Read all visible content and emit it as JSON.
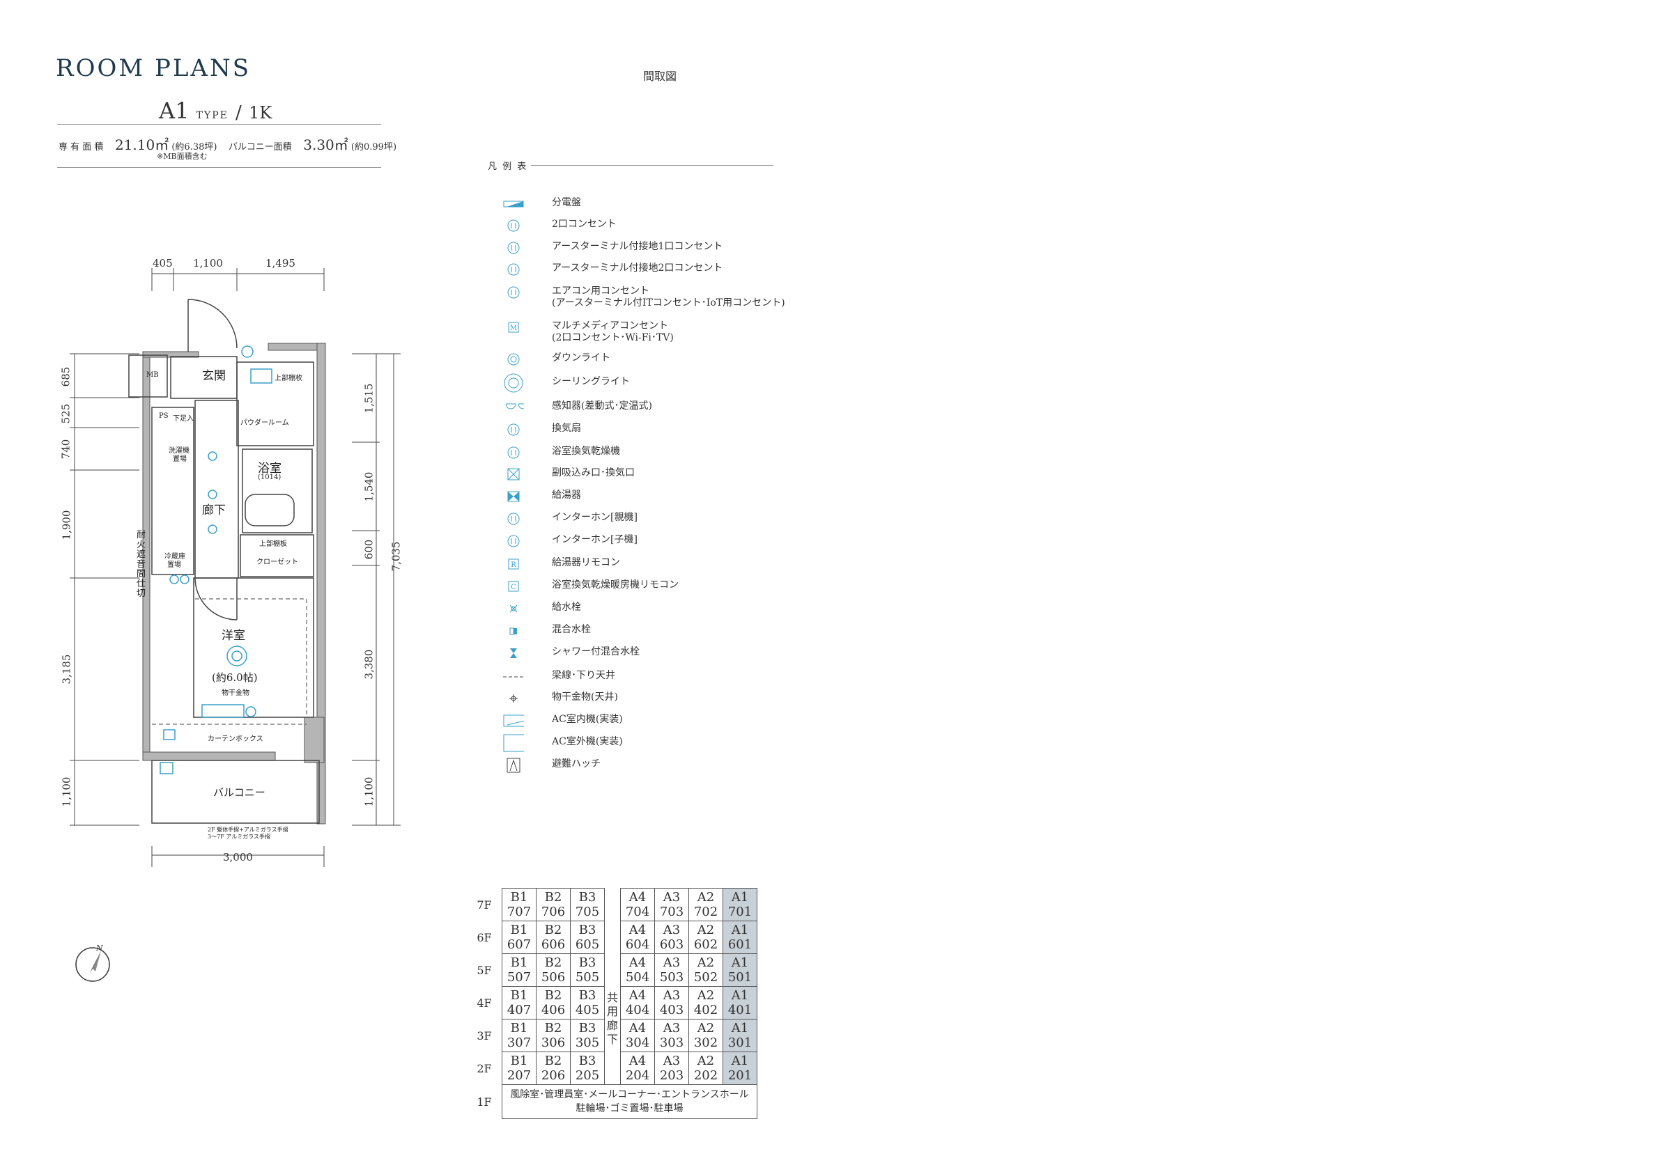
{
  "header": {
    "title": "ROOM PLANS",
    "plan_label": "間取図",
    "type_name": "A1",
    "type_word": "TYPE",
    "layout": "1K",
    "private_area_label": "専 有 面 積",
    "private_area_value": "21.10㎡",
    "private_area_tsubo": "(約6.38坪)",
    "mb_note": "※MB面積含む",
    "balcony_area_label": "バルコニー面積",
    "balcony_area_value": "3.30㎡",
    "balcony_area_tsubo": "(約0.99坪)"
  },
  "legend": {
    "title": "凡 例 表",
    "items": [
      {
        "icon": "panel-icon",
        "label": "分電盤"
      },
      {
        "icon": "outlet-2-icon",
        "label": "2口コンセント"
      },
      {
        "icon": "earth-outlet-1-icon",
        "label": "アースターミナル付接地1口コンセント"
      },
      {
        "icon": "earth-outlet-2-icon",
        "label": "アースターミナル付接地2口コンセント"
      },
      {
        "icon": "ac-outlet-icon",
        "label": "エアコン用コンセント",
        "label2": "(アースターミナル付ITコンセント･IoT用コンセント)"
      },
      {
        "icon": "multimedia-outlet-icon",
        "label": "マルチメディアコンセント",
        "label2": "(2口コンセント･Wi-Fi･TV)"
      },
      {
        "icon": "downlight-icon",
        "label": "ダウンライト"
      },
      {
        "icon": "ceiling-light-icon",
        "label": "シーリングライト"
      },
      {
        "icon": "sensor-icon",
        "label": "感知器(差動式･定温式)"
      },
      {
        "icon": "fan-icon",
        "label": "換気扇"
      },
      {
        "icon": "bath-dryer-icon",
        "label": "浴室換気乾燥機"
      },
      {
        "icon": "vent-icon",
        "label": "副吸込み口･換気口"
      },
      {
        "icon": "water-heater-icon",
        "label": "給湯器"
      },
      {
        "icon": "intercom-master-icon",
        "label": "インターホン[親機]"
      },
      {
        "icon": "intercom-slave-icon",
        "label": "インターホン[子機]"
      },
      {
        "icon": "heater-remote-icon",
        "label": "給湯器リモコン"
      },
      {
        "icon": "bath-remote-icon",
        "label": "浴室換気乾燥暖房機リモコン"
      },
      {
        "icon": "faucet-icon",
        "label": "給水栓"
      },
      {
        "icon": "mixing-faucet-icon",
        "label": "混合水栓"
      },
      {
        "icon": "shower-faucet-icon",
        "label": "シャワー付混合水栓"
      },
      {
        "icon": "beam-line-icon",
        "label": "梁線･下り天井"
      },
      {
        "icon": "hanger-icon",
        "label": "物干金物(天井)"
      },
      {
        "icon": "ac-indoor-icon",
        "label": "AC室内機(実装)"
      },
      {
        "icon": "ac-outdoor-icon",
        "label": "AC室外機(実装)"
      },
      {
        "icon": "hatch-icon",
        "label": "避難ハッチ"
      }
    ]
  },
  "floorplan": {
    "top_dims": [
      "405",
      "1,100",
      "1,495"
    ],
    "bottom_dim": "3,000",
    "left_dims": [
      "685",
      "525",
      "740",
      "1,900",
      "3,185",
      "1,100"
    ],
    "right_dims": [
      "1,515",
      "1,540",
      "600",
      "3,380",
      "1,100"
    ],
    "total_dim": "7,035",
    "rooms": {
      "mb": "MB",
      "genkan": "玄関",
      "ps": "PS",
      "shitamiri": "下足入",
      "powder": "パウダールーム",
      "upper_shelf": "上部棚枚",
      "bath": "浴室",
      "bath_size": "(1014)",
      "washer": "洗濯機",
      "washer2": "置場",
      "hall": "廊下",
      "fridge": "冷蔵庫",
      "fridge2": "置場",
      "upper_shelf2": "上部棚板",
      "closet": "クローゼット",
      "room": "洋室",
      "room_size": "(約6.0帖)",
      "hanger": "物干金物",
      "curtain": "カーテンボックス",
      "balcony": "バルコニー",
      "wall_note": "耐火遮音間仕切",
      "rail1": "2F 躯体手摺+アルミガラス手摺",
      "rail2": "3～7F アルミガラス手摺"
    }
  },
  "units": {
    "floors": [
      "7F",
      "6F",
      "5F",
      "4F",
      "3F",
      "2F"
    ],
    "b_types": [
      "B1",
      "B2",
      "B3"
    ],
    "a_types": [
      "A4",
      "A3",
      "A2",
      "A1"
    ],
    "rows": [
      {
        "floor": "7F",
        "b": [
          "707",
          "706",
          "705"
        ],
        "a": [
          "704",
          "703",
          "702",
          "701"
        ]
      },
      {
        "floor": "6F",
        "b": [
          "607",
          "606",
          "605"
        ],
        "a": [
          "604",
          "603",
          "602",
          "601"
        ]
      },
      {
        "floor": "5F",
        "b": [
          "507",
          "506",
          "505"
        ],
        "a": [
          "504",
          "503",
          "502",
          "501"
        ]
      },
      {
        "floor": "4F",
        "b": [
          "407",
          "406",
          "405"
        ],
        "a": [
          "404",
          "403",
          "402",
          "401"
        ]
      },
      {
        "floor": "3F",
        "b": [
          "307",
          "306",
          "305"
        ],
        "a": [
          "304",
          "303",
          "302",
          "301"
        ]
      },
      {
        "floor": "2F",
        "b": [
          "207",
          "206",
          "205"
        ],
        "a": [
          "204",
          "203",
          "202",
          "201"
        ]
      }
    ],
    "corridor": "共用廊下",
    "f1_label": "1F",
    "f1_line1": "風除室･管理員室･メールコーナー･エントランスホール",
    "f1_line2": "駐輪場･ゴミ置場･駐車場"
  },
  "compass": {
    "north": "N"
  },
  "colors": {
    "accent": "#1f3a4d",
    "blue": "#3a9fc9",
    "highlight": "#c9d1d8"
  }
}
